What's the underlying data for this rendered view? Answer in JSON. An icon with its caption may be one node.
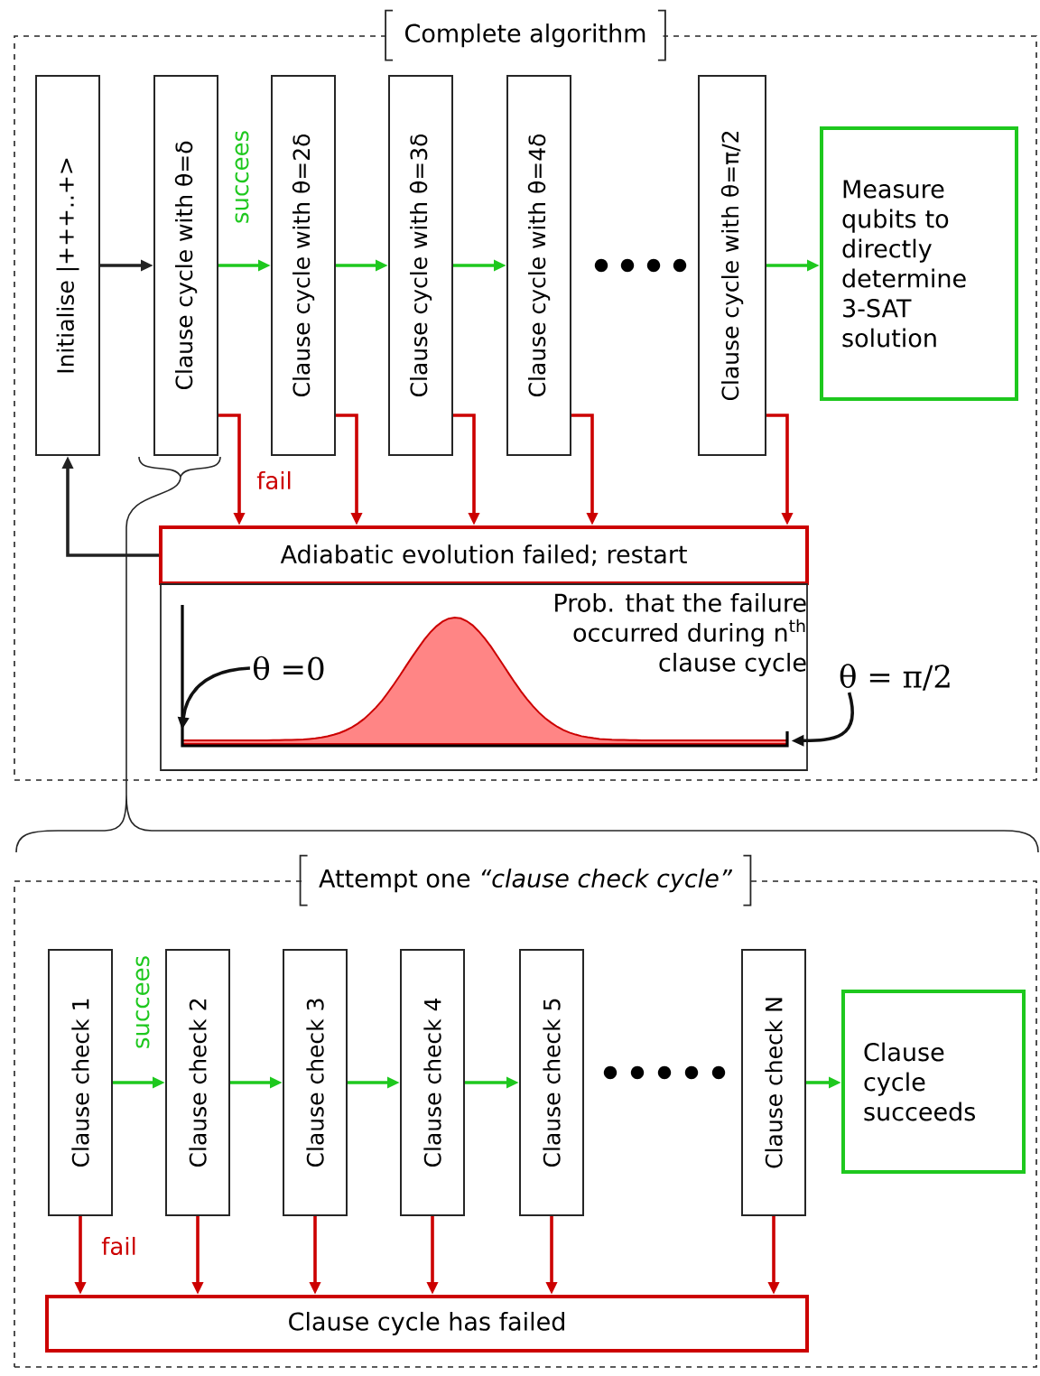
{
  "diagram": {
    "nodes": [
      {
        "text": [
          "Complete algorithm"
        ]
      },
      {
        "text": [
          "Initialise |+++..+>"
        ],
        "in": 0
      },
      {
        "text": [
          "Clause cycle with θ=δ"
        ],
        "in": 0
      },
      {
        "text": [
          "Clause cycle with θ=2δ"
        ],
        "in": 0
      },
      {
        "text": [
          "Clause cycle with θ=3δ"
        ],
        "in": 0
      },
      {
        "text": [
          "Clause cycle with θ=4δ"
        ],
        "in": 0
      },
      {
        "text": [
          "Clause cycle with θ=π/2"
        ],
        "in": 0
      },
      {
        "text": [
          "Measure qubits to directly determine 3-SAT solution"
        ],
        "in": 0
      },
      {
        "text": [
          "Adiabatic evolution failed; restart"
        ],
        "in": 0
      },
      {
        "text": [
          "Prob. that the failure occurred during n$^{th}$ clause cycle"
        ],
        "in": 0
      },
      {
        "text": [
          "θ =0"
        ],
        "in": 9
      },
      {
        "text": [
          "θ = π/2"
        ],
        "in": 0
      },
      {
        "text": [
          "Attempt one *“clause check cycle”*"
        ]
      },
      {
        "text": [
          "Clause check 1"
        ],
        "in": 12
      },
      {
        "text": [
          "Clause check 2"
        ],
        "in": 12
      },
      {
        "text": [
          "Clause check 3"
        ],
        "in": 12
      },
      {
        "text": [
          "Clause check 4"
        ],
        "in": 12
      },
      {
        "text": [
          "Clause check 5"
        ],
        "in": 12
      },
      {
        "text": [
          "Clause check N"
        ],
        "in": 12
      },
      {
        "text": [
          "Clause cycle succeeds"
        ],
        "in": 12
      },
      {
        "text": [
          "Clause cycle has failed"
        ],
        "in": 12
      },
      {
        "text": [],
        "shape": "picture",
        "in": 9
      }
    ],
    "edges": [
      {
        "from": 1,
        "to": 2,
        "arrow": "to",
        "color": "#222222"
      },
      {
        "from": 2,
        "to": 3,
        "arrow": "to",
        "label": "succees",
        "color": "#1ec81e"
      },
      {
        "from": 3,
        "to": 4,
        "arrow": "to",
        "color": "#1ec81e"
      },
      {
        "from": 4,
        "to": 5,
        "arrow": "to",
        "color": "#1ec81e"
      },
      {
        "from": 6,
        "to": 7,
        "arrow": "to",
        "color": "#1ec81e"
      },
      {
        "from": 2,
        "to": 8,
        "arrow": "to",
        "label": "fail",
        "color": "#cc0000"
      },
      {
        "from": 3,
        "to": 8,
        "arrow": "to",
        "color": "#cc0000"
      },
      {
        "from": 4,
        "to": 8,
        "arrow": "to",
        "color": "#cc0000"
      },
      {
        "from": 5,
        "to": 8,
        "arrow": "to",
        "color": "#cc0000"
      },
      {
        "from": 6,
        "to": 8,
        "arrow": "to",
        "color": "#cc0000"
      },
      {
        "from": 8,
        "to": 1,
        "arrow": "to",
        "color": "#222222"
      },
      {
        "from": 10,
        "to": 21,
        "arrow": "to",
        "color": "#111111"
      },
      {
        "from": 11,
        "to": 21,
        "arrow": "to",
        "color": "#111111"
      },
      {
        "from": 13,
        "to": 14,
        "arrow": "to",
        "label": "succees",
        "color": "#1ec81e"
      },
      {
        "from": 14,
        "to": 15,
        "arrow": "to",
        "color": "#1ec81e"
      },
      {
        "from": 15,
        "to": 16,
        "arrow": "to",
        "color": "#1ec81e"
      },
      {
        "from": 16,
        "to": 17,
        "arrow": "to",
        "color": "#1ec81e"
      },
      {
        "from": 18,
        "to": 19,
        "arrow": "to",
        "color": "#1ec81e"
      },
      {
        "from": 13,
        "to": 20,
        "arrow": "to",
        "label": "fail",
        "color": "#cc0000"
      },
      {
        "from": 14,
        "to": 20,
        "arrow": "to",
        "color": "#cc0000"
      },
      {
        "from": 15,
        "to": 20,
        "arrow": "to",
        "color": "#cc0000"
      },
      {
        "from": 16,
        "to": 20,
        "arrow": "to",
        "color": "#cc0000"
      },
      {
        "from": 17,
        "to": 20,
        "arrow": "to",
        "color": "#cc0000"
      },
      {
        "from": 18,
        "to": 20,
        "arrow": "to",
        "color": "#cc0000"
      }
    ]
  }
}
